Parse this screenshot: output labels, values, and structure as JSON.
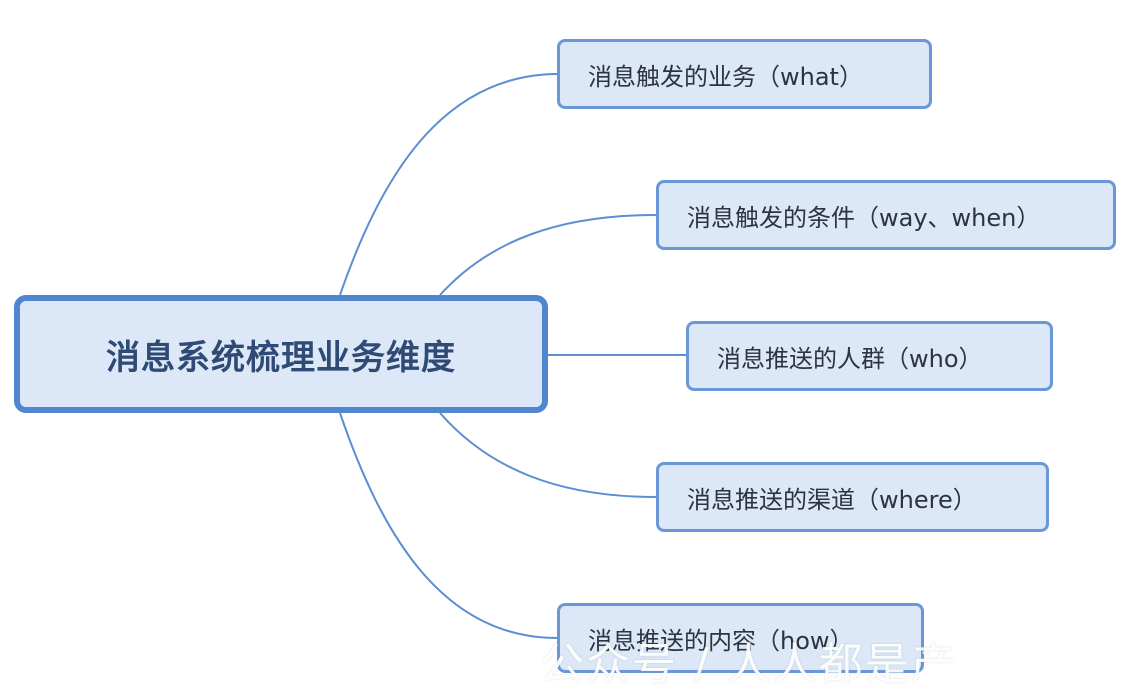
{
  "diagram": {
    "root": {
      "label": "消息系统梳理业务维度"
    },
    "branches": [
      {
        "label": "消息触发的业务（what）"
      },
      {
        "label": "消息触发的条件（way、when）"
      },
      {
        "label": "消息推送的人群（who）"
      },
      {
        "label": "消息推送的渠道（where）"
      },
      {
        "label": "消息推送的内容（how）"
      }
    ],
    "colors": {
      "root_border": "#4f86cf",
      "node_fill": "#dce8f7",
      "branch_border": "#6a98d6",
      "connector": "#5b8fd2"
    }
  },
  "watermark": {
    "text": "公众号 / 人人都是产"
  }
}
